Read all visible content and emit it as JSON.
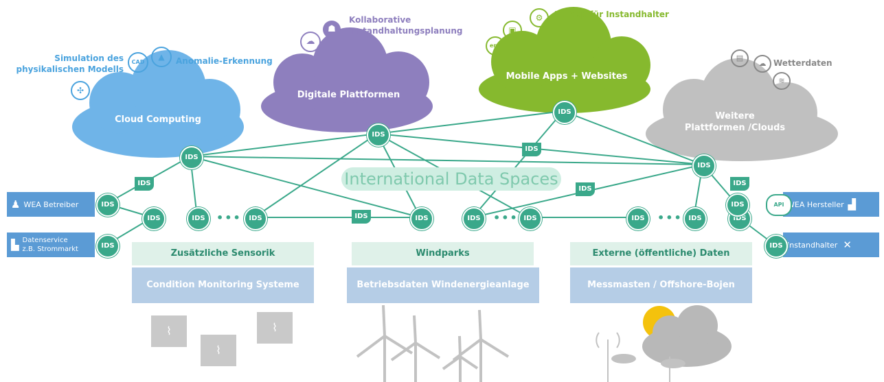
{
  "clouds": {
    "cloud_computing": "Cloud Computing",
    "digitale_plattformen": "Digitale Plattformen",
    "mobile_apps": "Mobile Apps + Websites",
    "weitere_line1": "Weitere",
    "weitere_line2": "Plattformen /Clouds"
  },
  "services": {
    "simulation_line1": "Simulation des",
    "simulation_line2": "physikalischen Modells",
    "anomalie": "Anomalie-Erkennung",
    "kollab_line1": "Kollaborative",
    "kollab_line2": "Instandhaltungsplanung",
    "ar_app": "AR App für Instandhalter",
    "wetter": "Wetterdaten",
    "cad_icon_text": "CAD",
    "env_icon_text": "env",
    "api_icon_text": "API"
  },
  "ids_label": "IDS",
  "dots": "•••",
  "banner": "International Data Spaces",
  "sections": {
    "s1_top": "Zusätzliche Sensorik",
    "s1_bottom": "Condition Monitoring Systeme",
    "s2_top": "Windparks",
    "s2_bottom": "Betriebsdaten Windenergieanlage",
    "s3_top": "Externe (öffentliche) Daten",
    "s3_bottom": "Messmasten / Offshore-Bojen"
  },
  "side": {
    "wea_betreiber": "WEA Betreiber",
    "datenservice_line1": "Datenservice",
    "datenservice_line2": "z.B. Strommarkt",
    "wea_hersteller": "WEA Hersteller",
    "instandhalter": "Instandhalter"
  },
  "colors": {
    "cloud_blue": "#6fb4e8",
    "cloud_purple": "#8e7fbe",
    "cloud_green": "#86b92e",
    "cloud_grey": "#c0c0c0",
    "ids_green": "#3aa88a",
    "side_blue": "#5b9bd5"
  }
}
